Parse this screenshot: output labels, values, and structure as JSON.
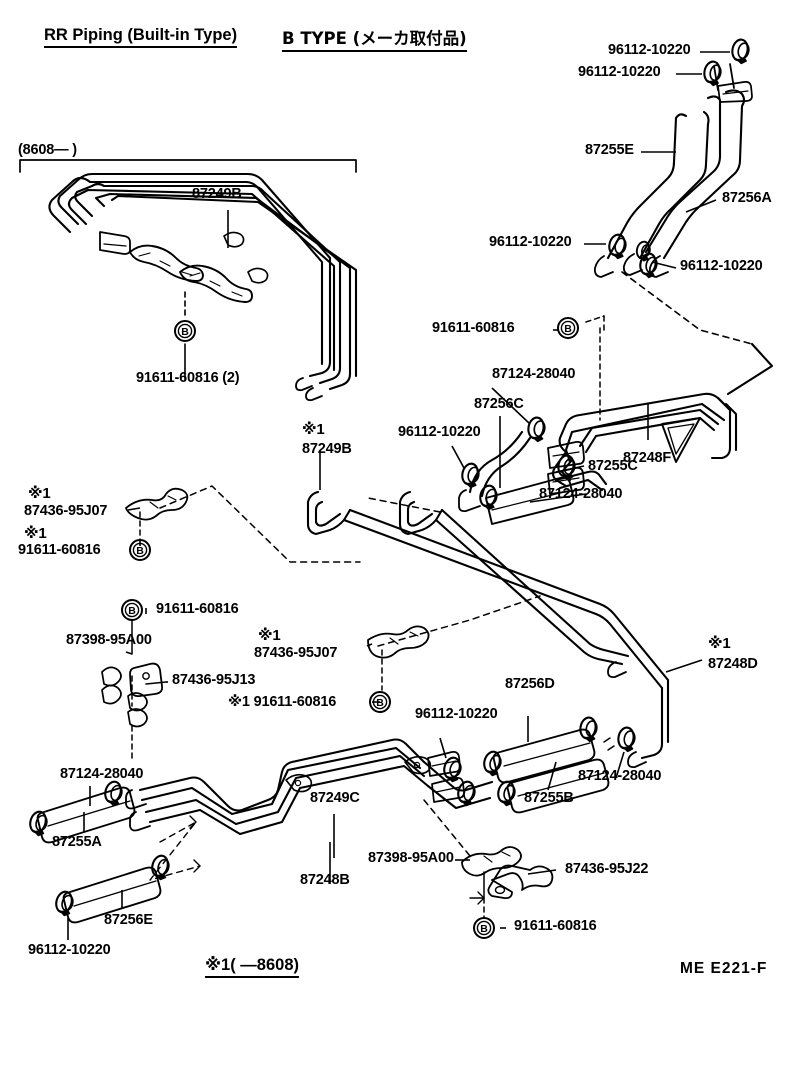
{
  "sheet": {
    "title_left": "RR Piping (Built-in Type)",
    "title_right": "B  TYPE (メーカ取付品)",
    "date_bracket": "(8608—          )",
    "footnote": "※1(          —8608)",
    "drawing_code": "ME  E221-F",
    "ink": "#000000",
    "paper": "#ffffff"
  },
  "labels": {
    "l01": "96112-10220",
    "l02": "96112-10220",
    "l03": "87255E",
    "l04": "87256A",
    "l05": "96112-10220",
    "l06": "96112-10220",
    "l07": "91611-60816",
    "l08": "87124-28040",
    "l09": "87256C",
    "l10": "96112-10220",
    "l11": "87248F",
    "l12": "87255C",
    "l13": "87124-28040",
    "l14": "87249B",
    "l15": "91611-60816 (2)",
    "l16": "87249B",
    "l17": "87436-95J07",
    "l18": "91611-60816",
    "l19": "91611-60816",
    "l20": "87398-95A00",
    "l21": "87436-95J13",
    "l22": "87436-95J07",
    "l23": "91611-60816",
    "l24": "87248D",
    "l25": "87124-28040",
    "l26": "87255A",
    "l27": "87256E",
    "l28": "96112-10220",
    "l29": "87249C",
    "l30": "87248B",
    "l31": "96112-10220",
    "l32": "87256D",
    "l33": "87255B",
    "l34": "87124-28040",
    "l35": "87398-95A00",
    "l36": "87436-95J22",
    "l37": "91611-60816",
    "star": "※1",
    "star_prefix": "※1 ",
    "bolt_marker": "B"
  }
}
